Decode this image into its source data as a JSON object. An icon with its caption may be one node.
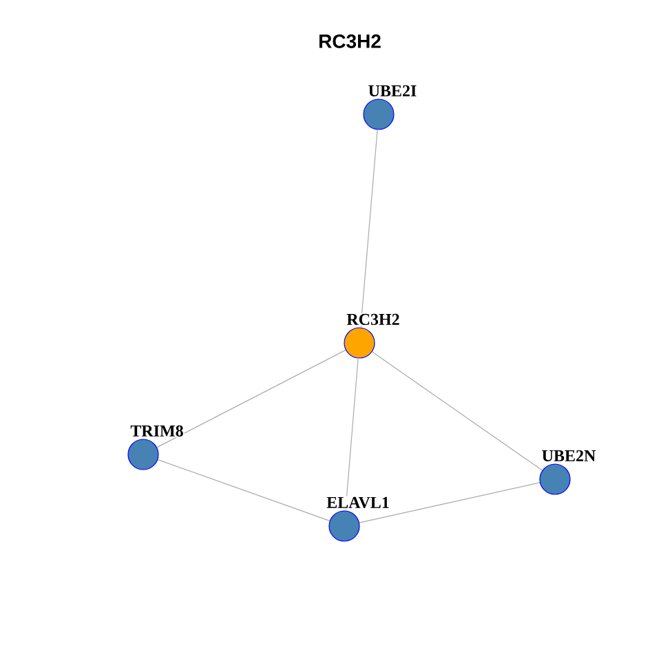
{
  "diagram": {
    "title": "RC3H2",
    "nodes": [
      {
        "text": [],
        "shape": "circle",
        "beside": [
          "UBE2I"
        ]
      },
      {
        "text": [],
        "shape": "circle",
        "beside": [
          "RC3H2"
        ]
      },
      {
        "text": [],
        "shape": "circle",
        "beside": [
          "TRIM8"
        ]
      },
      {
        "text": [],
        "shape": "circle",
        "beside": [
          "UBE2N"
        ]
      },
      {
        "text": [],
        "shape": "circle",
        "beside": [
          "ELAVL1"
        ]
      }
    ],
    "edges": [
      {
        "from": 0,
        "to": 1,
        "arrow": "none"
      },
      {
        "from": 1,
        "to": 2,
        "arrow": "none"
      },
      {
        "from": 1,
        "to": 4,
        "arrow": "none"
      },
      {
        "from": 1,
        "to": 3,
        "arrow": "none"
      },
      {
        "from": 2,
        "to": 4,
        "arrow": "none"
      },
      {
        "from": 4,
        "to": 3,
        "arrow": "none"
      }
    ]
  }
}
